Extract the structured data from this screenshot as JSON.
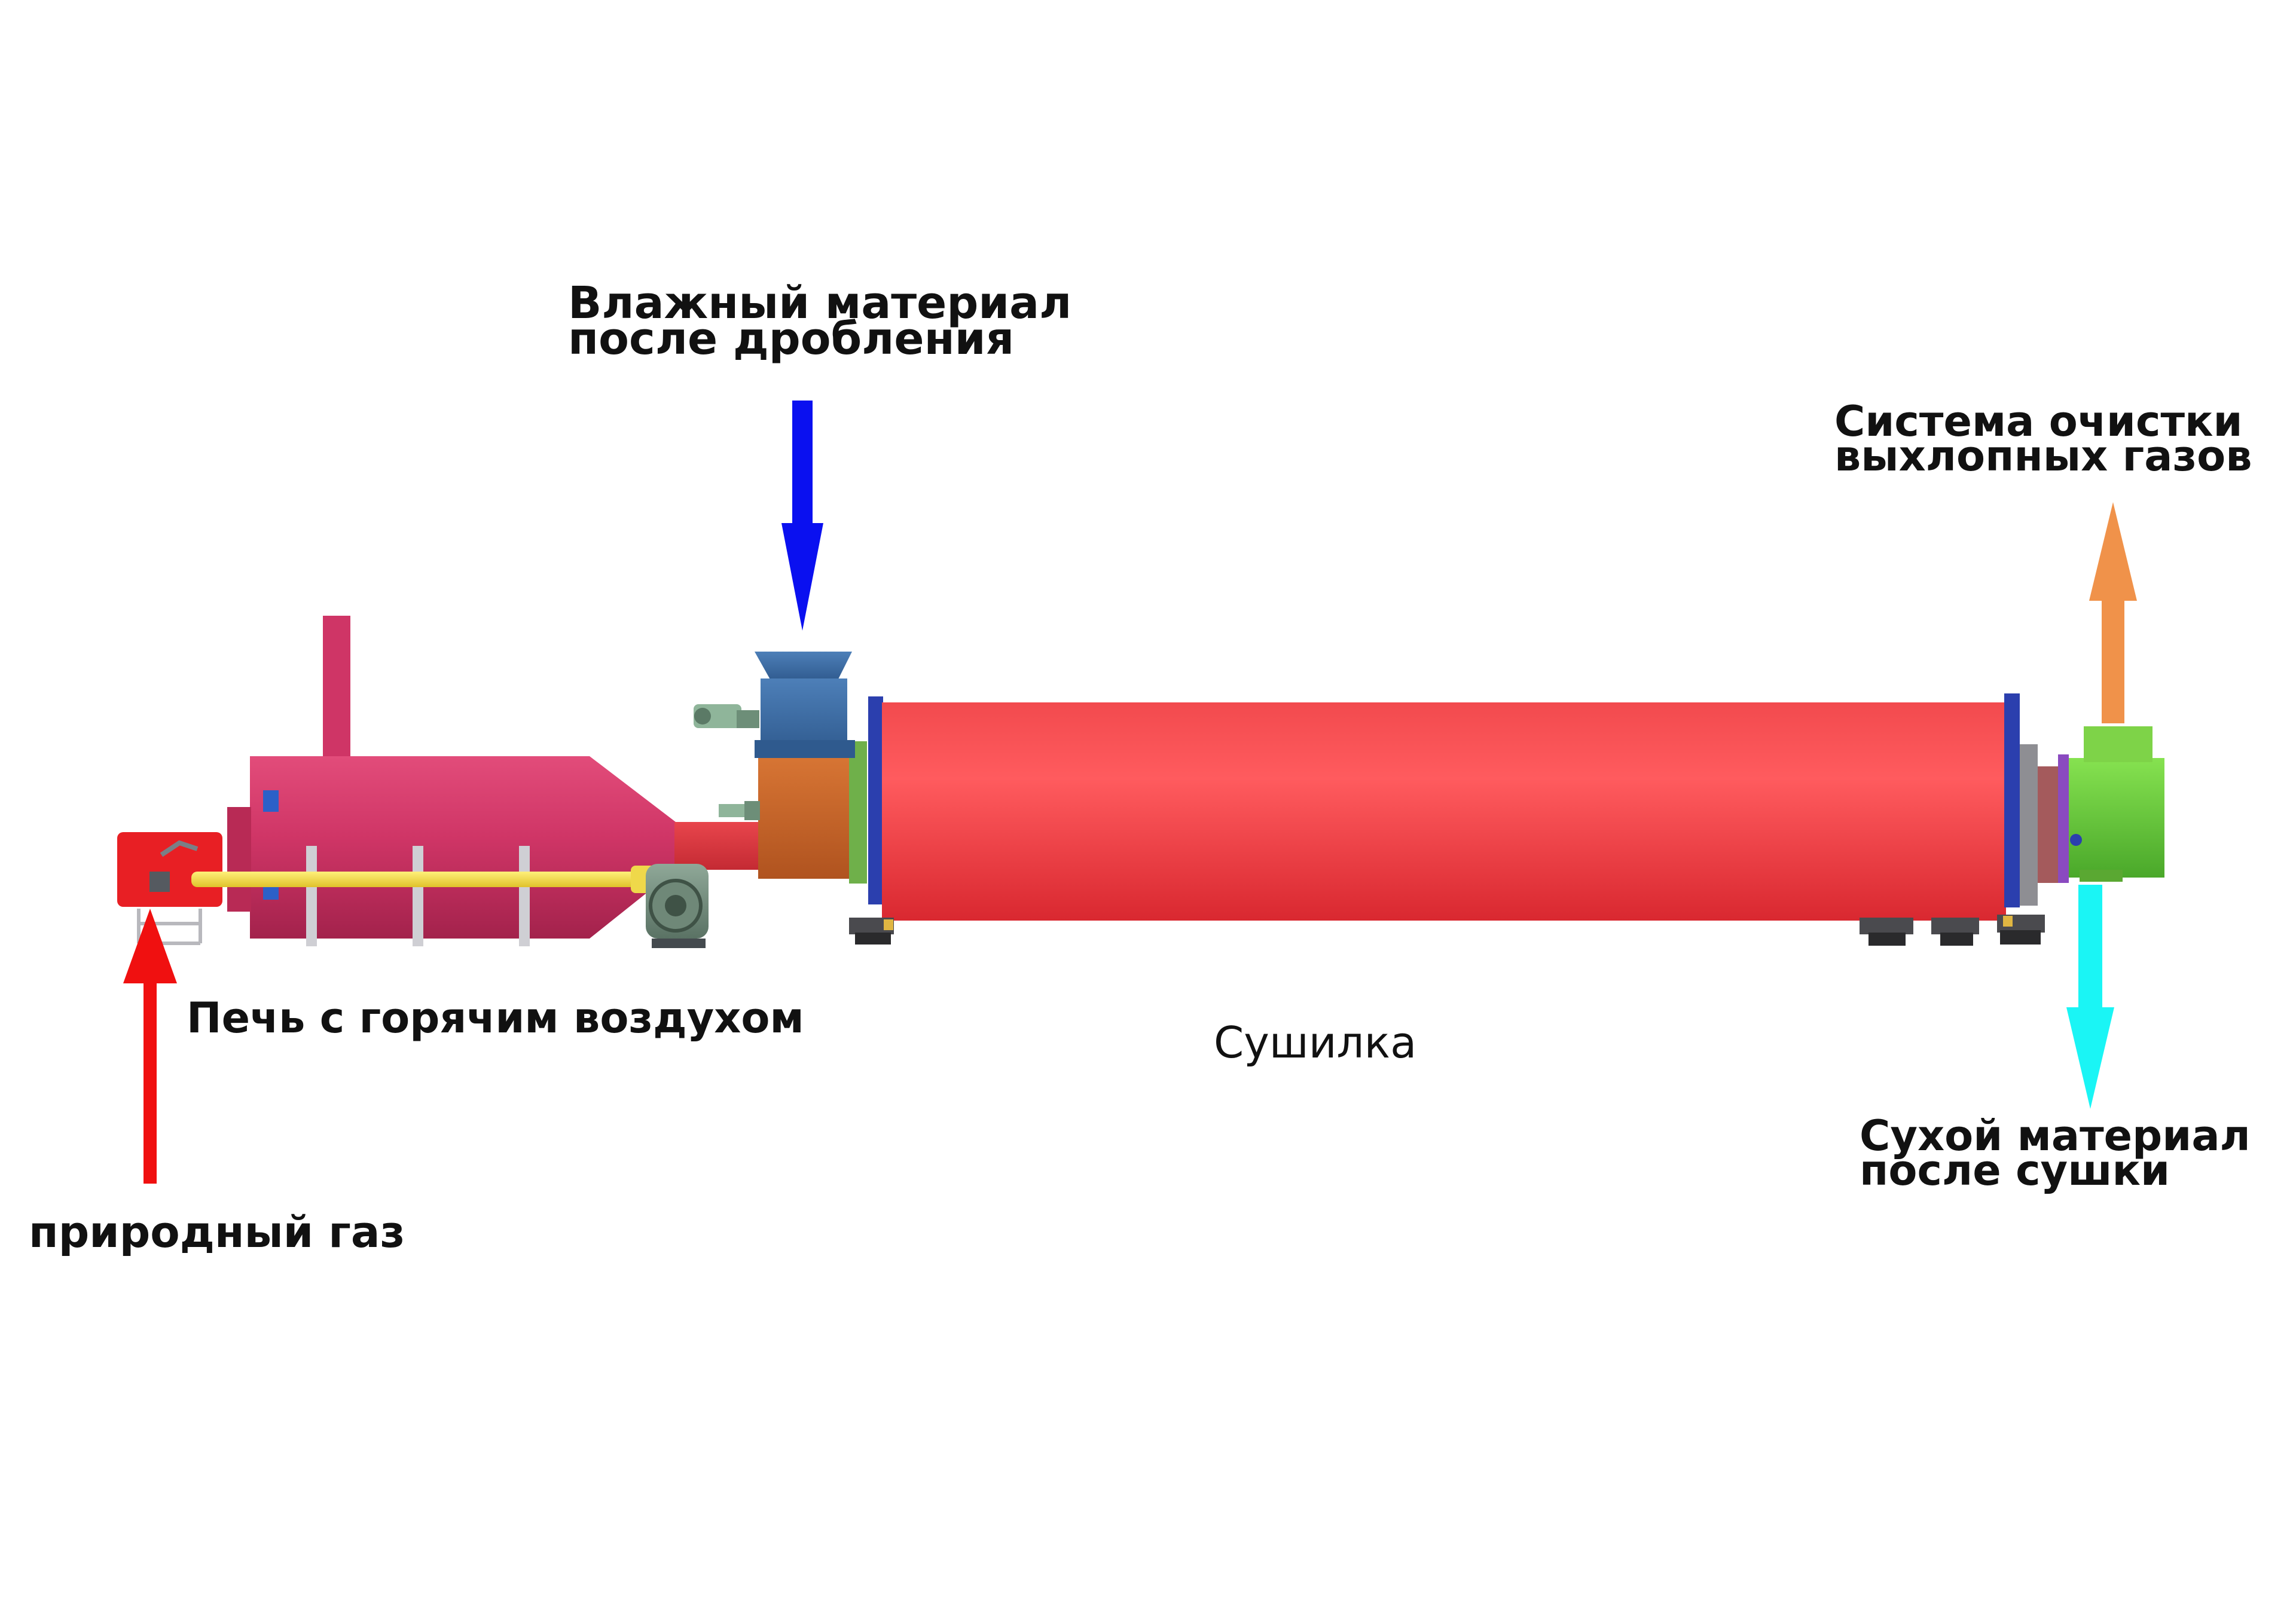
{
  "labels": {
    "wet_material": {
      "line1": "Влажный материал",
      "line2": "после дробления"
    },
    "exhaust_cleaning": {
      "line1": "Система очистки",
      "line2": "выхлопных газов"
    },
    "hot_air_furnace": "Печь с горячим воздухом",
    "dryer": "Сушилка",
    "dry_material": {
      "line1": "Сухой материал",
      "line2": "после сушки"
    },
    "natural_gas": "природный газ"
  },
  "flows": {
    "wet_material_arrow": {
      "color": "#0a10f0",
      "direction": "down"
    },
    "exhaust_arrow": {
      "color": "#f0924a",
      "direction": "up"
    },
    "dry_material_arrow": {
      "color": "#1af5f5",
      "direction": "down"
    },
    "gas_arrow": {
      "color": "#f01010",
      "direction": "up"
    }
  },
  "equipment_colors": {
    "furnace": "#cf3566",
    "dryer_drum": "#f23a40",
    "feed_hopper": "#3f6fa6",
    "feed_chute": "#c8652a",
    "gas_pipe": "#f5e04a",
    "discharge_hood": "#6fd33f",
    "flange_blue": "#2b3fae"
  }
}
